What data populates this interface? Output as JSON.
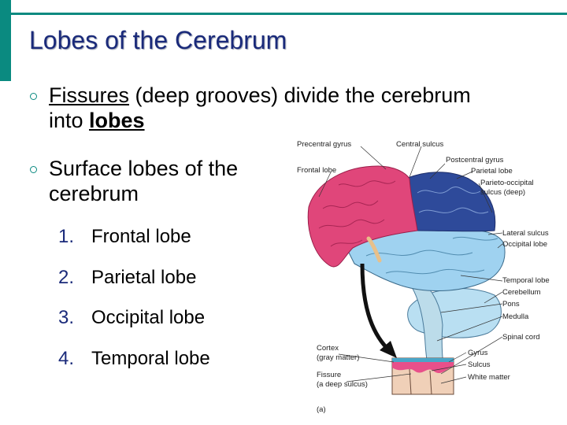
{
  "slide": {
    "title": "Lobes of the Cerebrum",
    "bullet1": {
      "bold": "Fissures",
      "mid": " (deep grooves) divide the cerebrum into ",
      "bold2": "lobes"
    },
    "bullet2": {
      "text": "Surface lobes of the cerebrum"
    },
    "lobes": [
      {
        "num": "1.",
        "label": "Frontal lobe"
      },
      {
        "num": "2.",
        "label": "Parietal lobe"
      },
      {
        "num": "3.",
        "label": "Occipital lobe"
      },
      {
        "num": "4.",
        "label": "Temporal lobe"
      }
    ]
  },
  "figure": {
    "labels": {
      "precentral_gyrus": "Precentral gyrus",
      "central_sulcus": "Central sulcus",
      "postcentral_gyrus": "Postcentral gyrus",
      "frontal_lobe": "Frontal lobe",
      "parietal_lobe": "Parietal lobe",
      "parieto_occipital_1": "Parieto-occipital",
      "parieto_occipital_2": "sulcus (deep)",
      "lateral_sulcus": "Lateral sulcus",
      "occipital_lobe": "Occipital lobe",
      "temporal_lobe": "Temporal lobe",
      "cerebellum": "Cerebellum",
      "pons": "Pons",
      "medulla": "Medulla",
      "spinal_cord": "Spinal cord",
      "cortex_1": "Cortex",
      "cortex_2": "(gray matter)",
      "fissure_1": "Fissure",
      "fissure_2": "(a deep sulcus)",
      "gyrus": "Gyrus",
      "sulcus": "Sulcus",
      "white_matter": "White matter",
      "panel": "(a)"
    },
    "colors": {
      "frontal": "#e0467a",
      "parietal": "#2e4a9a",
      "occipital_temporal": "#9fd2f0",
      "cerebellum": "#b9dff2",
      "brainstem": "#bcdcea",
      "accent": "#0a8a80",
      "title": "#1a2a7a"
    }
  }
}
